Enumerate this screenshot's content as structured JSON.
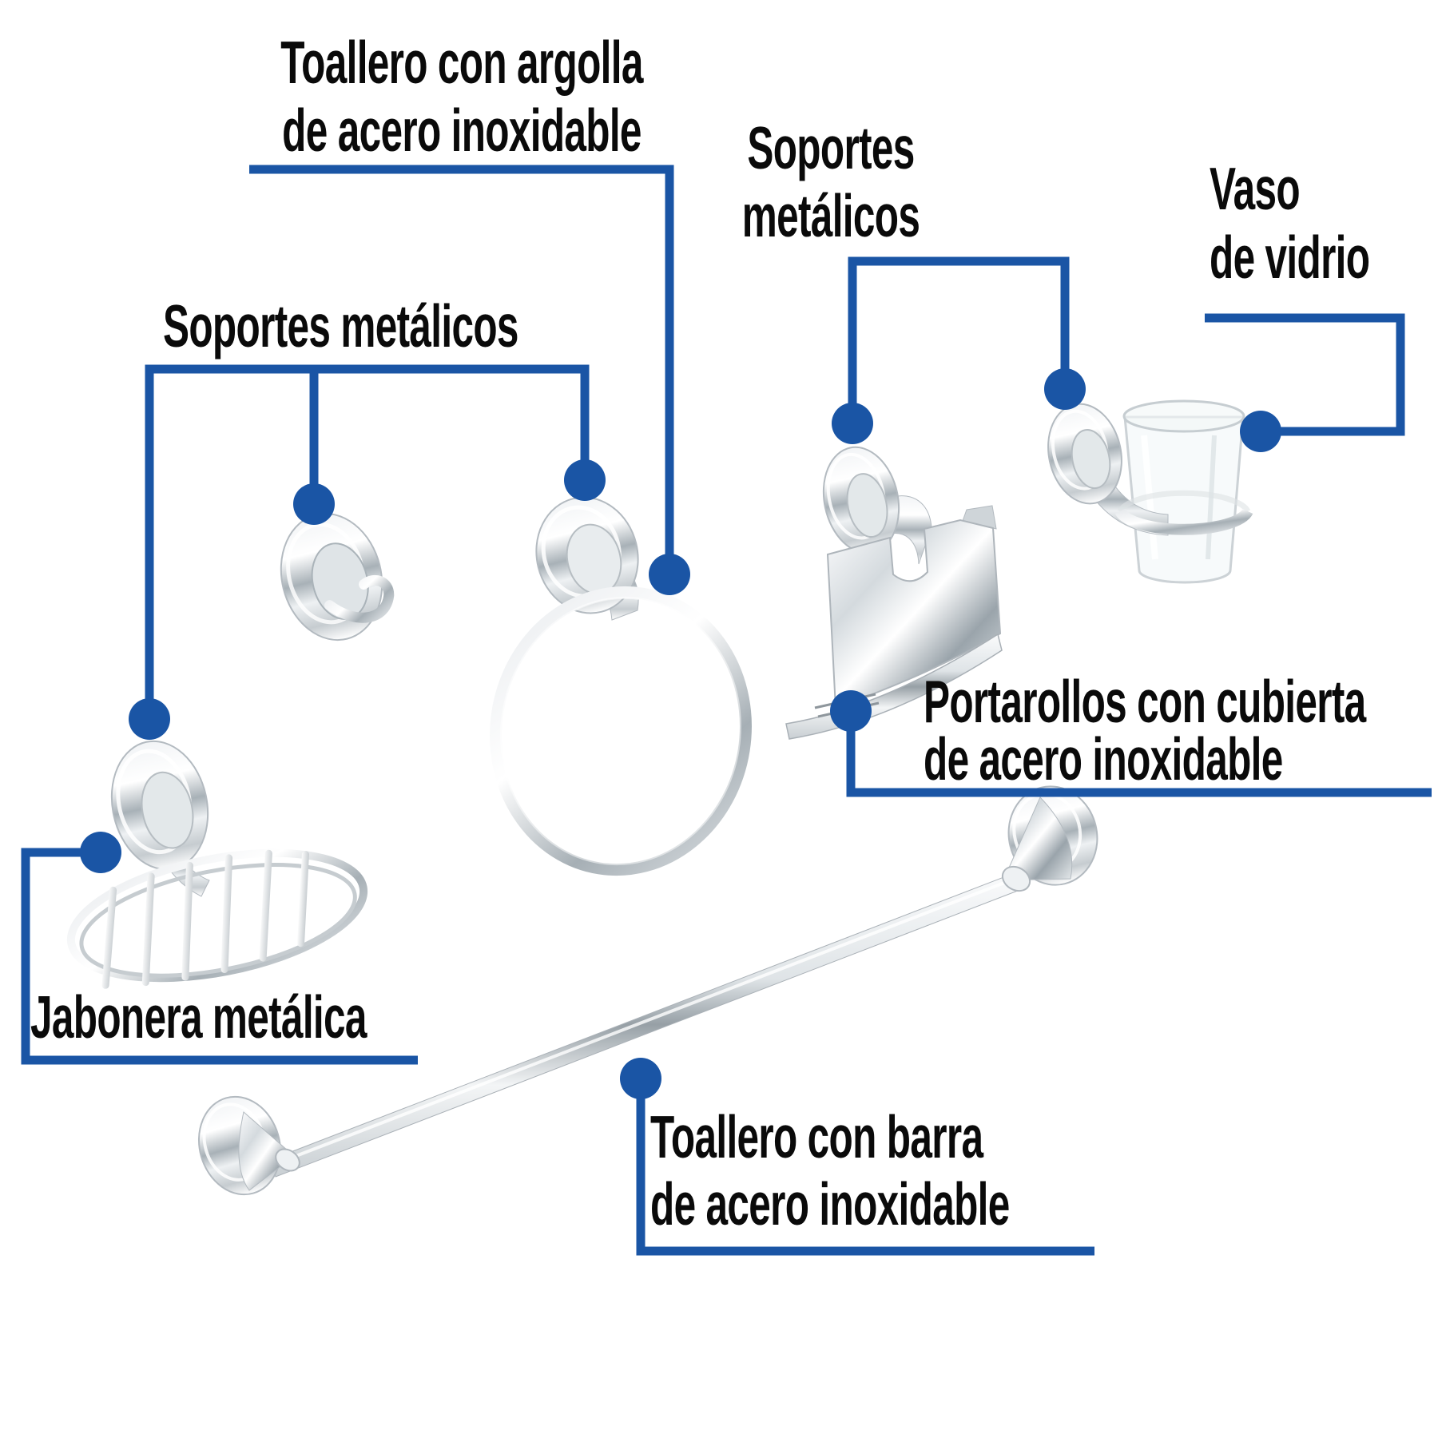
{
  "colors": {
    "callout_blue": "#1a55a5",
    "label_text": "#0a0a0a",
    "background": "#ffffff",
    "chrome_light": "#ffffff",
    "chrome_dark": "#9aa4ab"
  },
  "labels": {
    "toallero_argolla": {
      "line1": "Toallero con argolla",
      "line2": "de acero inoxidable"
    },
    "soportes_left": {
      "line1": "Soportes metálicos"
    },
    "soportes_right": {
      "line1": "Soportes",
      "line2": "metálicos"
    },
    "vaso": {
      "line1": "Vaso",
      "line2": "de vidrio"
    },
    "portarollos": {
      "line1": "Portarollos con cubierta",
      "line2": "de acero inoxidable"
    },
    "jabonera": {
      "line1": "Jabonera metálica"
    },
    "toallero_barra": {
      "line1": "Toallero con barra",
      "line2": "de acero inoxidable"
    }
  },
  "products": [
    "wall-hook",
    "towel-ring",
    "soap-dish",
    "toilet-paper-holder",
    "glass-cup-holder",
    "towel-bar"
  ]
}
